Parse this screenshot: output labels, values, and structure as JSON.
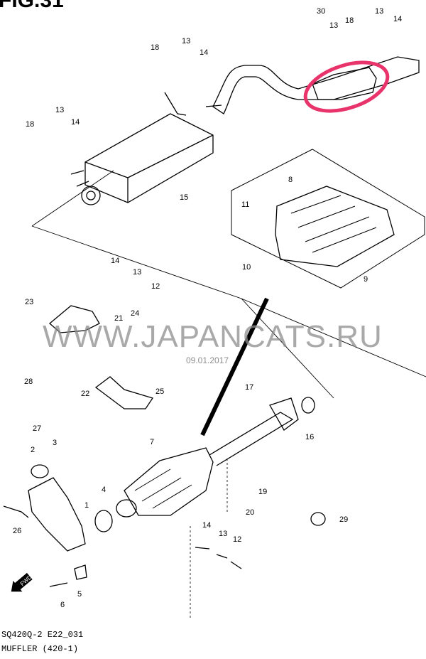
{
  "figure_title": "FIG.31",
  "watermark": "WWW.JAPANCATS.RU",
  "date_stamp": "09.01.2017",
  "footer": {
    "code": "SQ420Q-2 E22_031",
    "caption": "MUFFLER (420-1)"
  },
  "fwd_label": "FWD",
  "highlight_color": "#e8336b",
  "callouts": [
    "30",
    "13",
    "18",
    "13",
    "14",
    "18",
    "13",
    "14",
    "18",
    "13",
    "14",
    "15",
    "8",
    "11",
    "10",
    "9",
    "14",
    "13",
    "12",
    "23",
    "21",
    "24",
    "22",
    "25",
    "28",
    "27",
    "17",
    "16",
    "3",
    "2",
    "7",
    "4",
    "1",
    "19",
    "20",
    "29",
    "26",
    "14",
    "13",
    "12",
    "5",
    "6"
  ]
}
